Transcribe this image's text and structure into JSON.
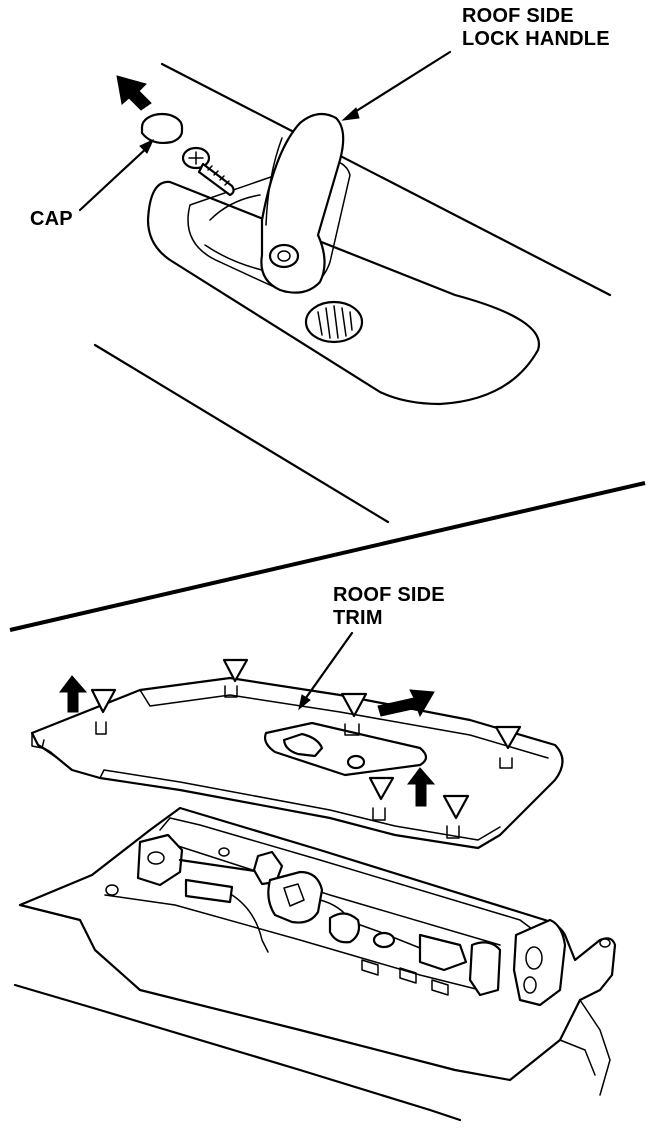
{
  "labels": {
    "roof_side_lock_handle_line1": "ROOF SIDE",
    "roof_side_lock_handle_line2": "LOCK HANDLE",
    "cap": "CAP",
    "roof_side_trim_line1": "ROOF SIDE",
    "roof_side_trim_line2": "TRIM"
  },
  "clip_marker_count": 6,
  "removal_arrow_count": 4,
  "colors": {
    "ink": "#000000",
    "paper": "#ffffff"
  }
}
